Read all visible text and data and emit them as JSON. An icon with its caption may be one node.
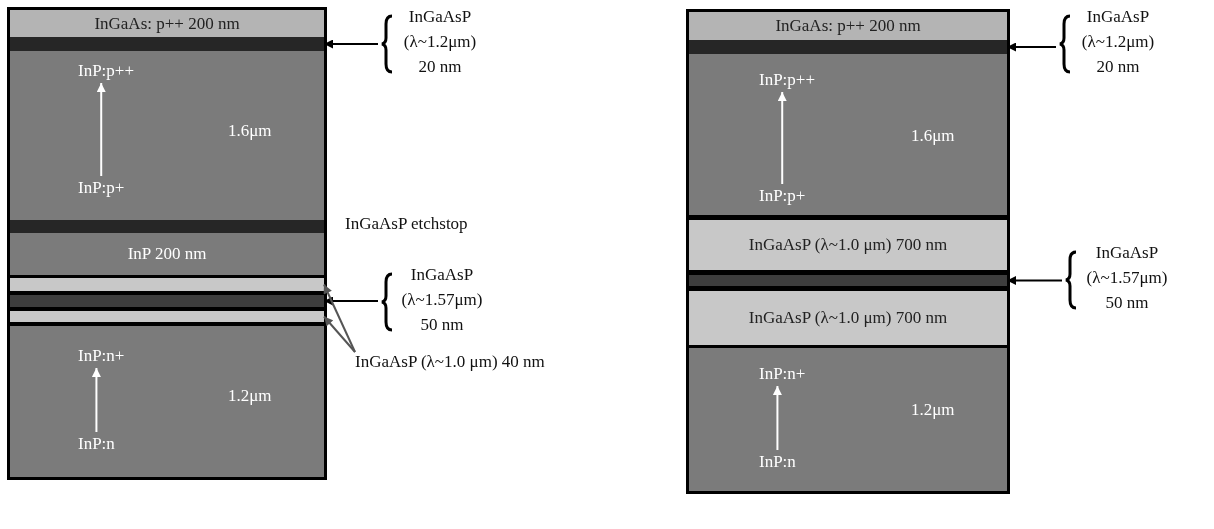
{
  "diagram": {
    "nodes": [
      {
        "text": [
          "InGaAs: p++ 200 nm"
        ]
      },
      {
        "text": [],
        "shape": "bar"
      },
      {
        "text": [
          "1.6μm"
        ]
      },
      {
        "text": [
          "InP:p++"
        ],
        "in": 2
      },
      {
        "text": [
          "InP:p+"
        ],
        "in": 2
      },
      {
        "text": [],
        "shape": "bar"
      },
      {
        "text": [
          "InP 200 nm"
        ]
      },
      {
        "text": [],
        "shape": "bar"
      },
      {
        "text": [],
        "shape": "bar"
      },
      {
        "text": [],
        "shape": "bar"
      },
      {
        "text": [
          "1.2μm"
        ]
      },
      {
        "text": [
          "InP:n+"
        ],
        "in": 10
      },
      {
        "text": [
          "InP:n"
        ],
        "in": 10
      },
      {
        "text": [
          "InGaAsP (λ~1.2μm) 20 nm"
        ]
      },
      {
        "text": [
          "InGaAsP (λ~1.57μm) 50 nm"
        ]
      },
      {
        "text": [
          "InGaAsP (λ~1.0 μm) 40 nm"
        ]
      },
      {
        "text": [
          "InGaAs: p++ 200 nm"
        ]
      },
      {
        "text": [],
        "shape": "bar"
      },
      {
        "text": [
          "1.6μm"
        ]
      },
      {
        "text": [
          "InP:p++"
        ],
        "in": 18
      },
      {
        "text": [
          "InP:p+"
        ],
        "in": 18
      },
      {
        "text": [
          "InGaAsP (λ~1.0 μm) 700 nm"
        ]
      },
      {
        "text": [],
        "shape": "bar"
      },
      {
        "text": [
          "InGaAsP (λ~1.0 μm) 700 nm"
        ]
      },
      {
        "text": [
          "1.2μm"
        ]
      },
      {
        "text": [
          "InP:n+"
        ],
        "in": 24
      },
      {
        "text": [
          "InP:n"
        ],
        "in": 24
      },
      {
        "text": [
          "InGaAsP (λ~1.2μm) 20 nm"
        ]
      },
      {
        "text": [
          "InGaAsP (λ~1.57μm) 50 nm"
        ]
      }
    ],
    "edges": [
      {
        "from": 13,
        "to": 1,
        "arrow": "to",
        "color": "#000000"
      },
      {
        "from": 4,
        "to": 3,
        "arrow": "to",
        "color": "#ffffff"
      },
      {
        "from": 14,
        "to": 8,
        "arrow": "to",
        "color": "#000000"
      },
      {
        "from": 15,
        "to": 7,
        "arrow": "to",
        "color": "#555555"
      },
      {
        "from": 15,
        "to": 9,
        "arrow": "to",
        "color": "#555555"
      },
      {
        "from": 12,
        "to": 11,
        "arrow": "to",
        "color": "#ffffff"
      },
      {
        "from": 27,
        "to": 17,
        "arrow": "to",
        "color": "#000000"
      },
      {
        "from": 20,
        "to": 19,
        "arrow": "to",
        "color": "#ffffff"
      },
      {
        "from": 28,
        "to": 22,
        "arrow": "to",
        "color": "#000000"
      },
      {
        "from": 26,
        "to": 25,
        "arrow": "to",
        "color": "#ffffff"
      }
    ],
    "labels": [
      "InGaAsP etchstop"
    ]
  }
}
